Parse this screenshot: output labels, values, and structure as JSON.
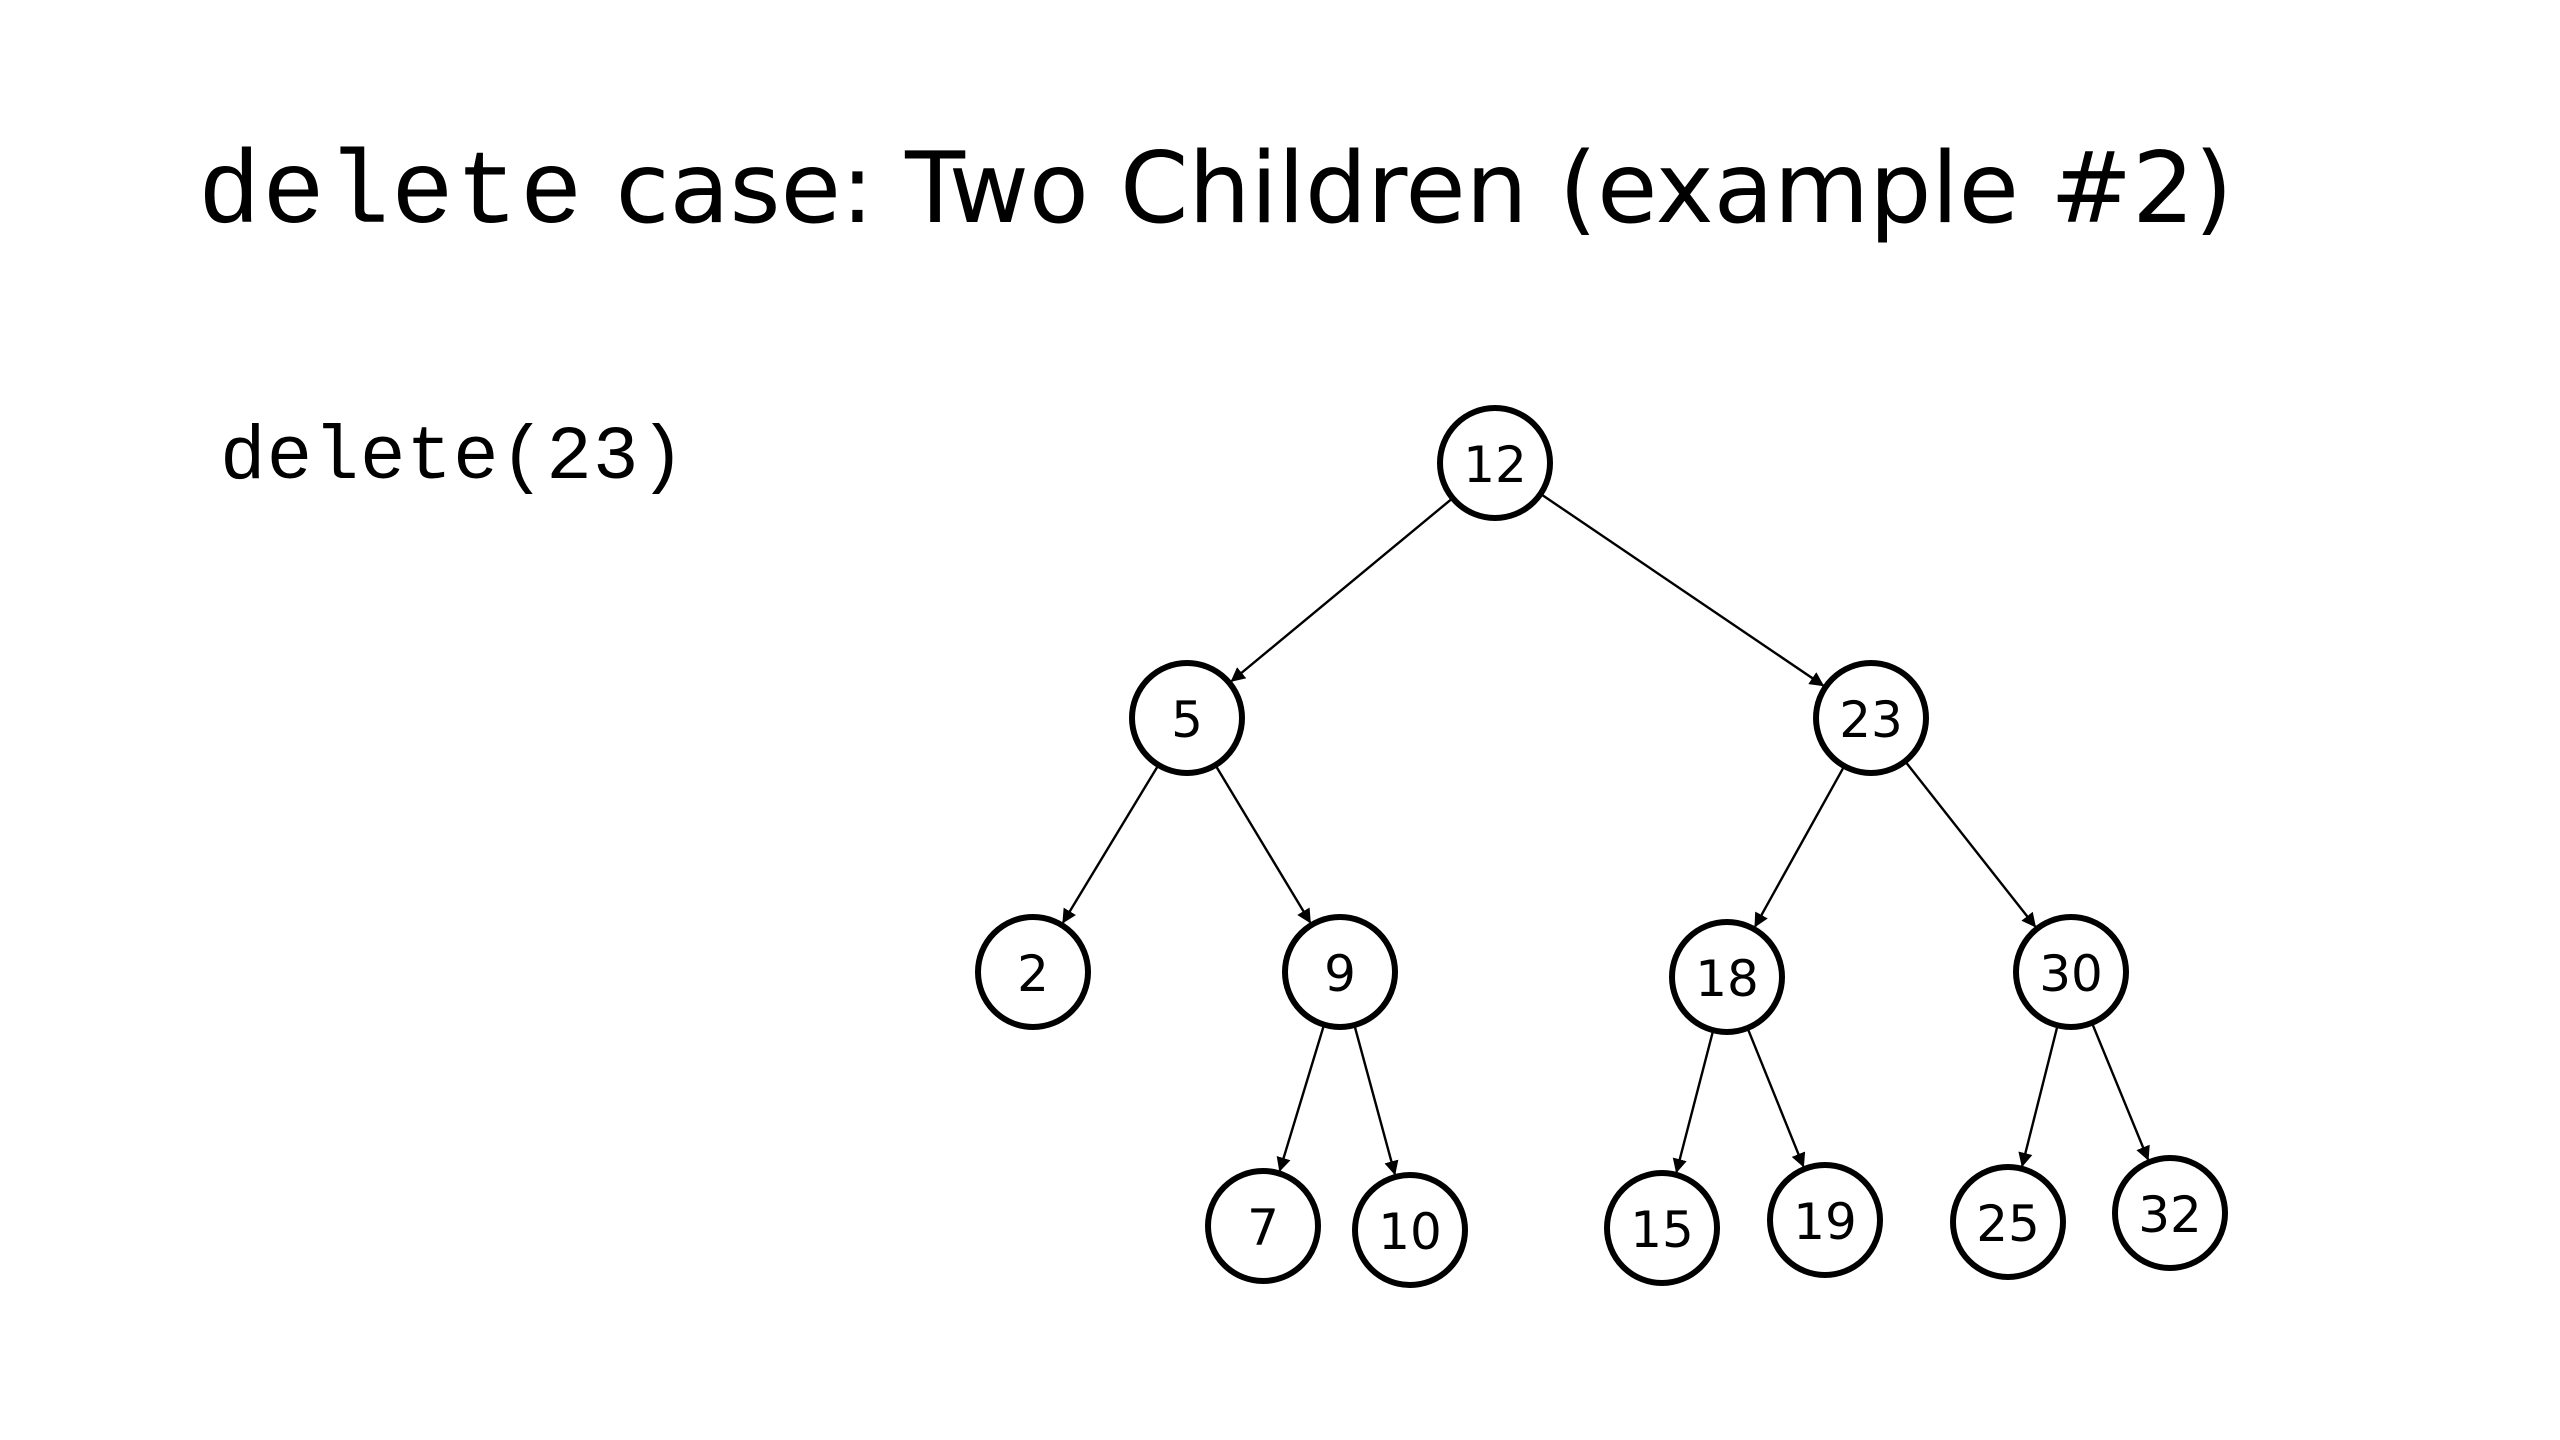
{
  "slide": {
    "title_code": "delete",
    "title_rest": " case: Two Children (example #2)",
    "call": "delete(23)"
  },
  "tree": {
    "nodes": [
      {
        "id": "n12",
        "label": "12"
      },
      {
        "id": "n5",
        "label": "5"
      },
      {
        "id": "n23",
        "label": "23"
      },
      {
        "id": "n2",
        "label": "2"
      },
      {
        "id": "n9",
        "label": "9"
      },
      {
        "id": "n18",
        "label": "18"
      },
      {
        "id": "n30",
        "label": "30"
      },
      {
        "id": "n7",
        "label": "7"
      },
      {
        "id": "n10",
        "label": "10"
      },
      {
        "id": "n15",
        "label": "15"
      },
      {
        "id": "n19",
        "label": "19"
      },
      {
        "id": "n25",
        "label": "25"
      },
      {
        "id": "n32",
        "label": "32"
      }
    ],
    "edges": [
      [
        "n12",
        "n5"
      ],
      [
        "n12",
        "n23"
      ],
      [
        "n5",
        "n2"
      ],
      [
        "n5",
        "n9"
      ],
      [
        "n23",
        "n18"
      ],
      [
        "n23",
        "n30"
      ],
      [
        "n9",
        "n7"
      ],
      [
        "n9",
        "n10"
      ],
      [
        "n18",
        "n15"
      ],
      [
        "n18",
        "n19"
      ],
      [
        "n30",
        "n25"
      ],
      [
        "n30",
        "n32"
      ]
    ]
  }
}
